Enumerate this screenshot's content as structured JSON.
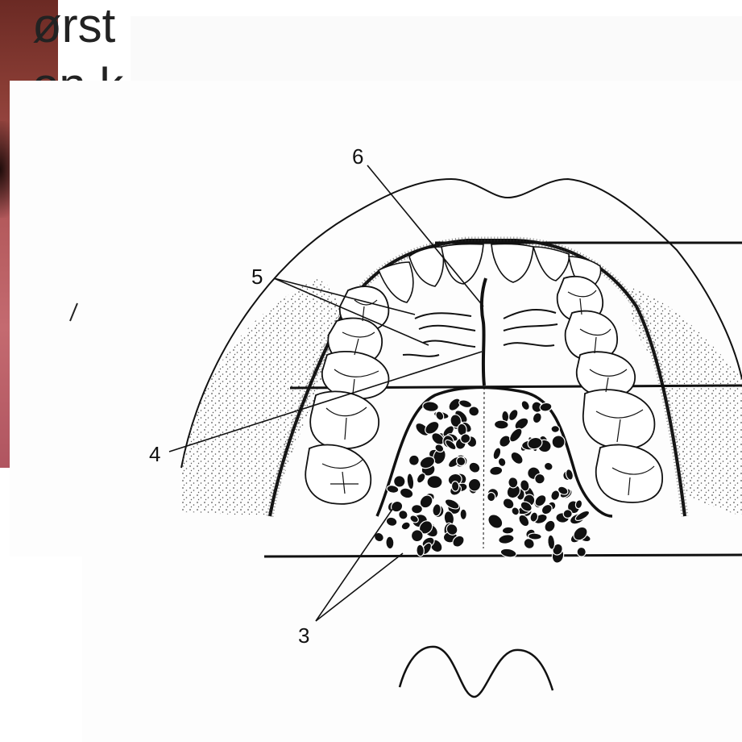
{
  "background_slide": {
    "title_line_1": "ørst",
    "title_line_2": "on k",
    "photo_colors": [
      "#6b2a24",
      "#b2585a",
      "#c46a70"
    ]
  },
  "diagram": {
    "labels": {
      "l3": "3",
      "l4": "4",
      "l5": "5",
      "l6": "6"
    },
    "ink_color": "#111111",
    "stipple_color": "#555555"
  }
}
